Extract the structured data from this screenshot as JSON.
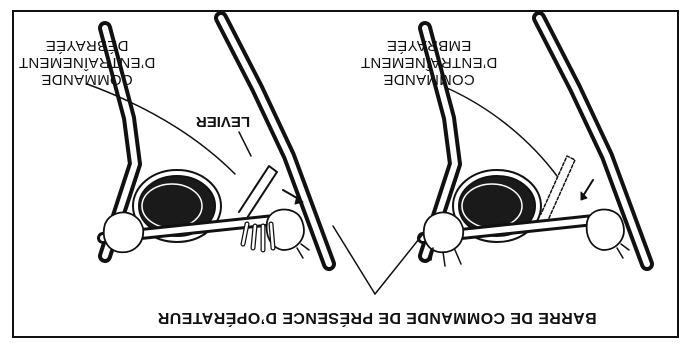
{
  "labels": {
    "bar_label": "BARRE DE COMMANDE DE PRÉSENCE D’OPÉRATEUR",
    "lever_label": "LEVIER",
    "engaged": {
      "line1": "COMMANDE",
      "line2": "D’ENTRAÎNEMENT",
      "line3": "EMBRAYÉE"
    },
    "disengaged": {
      "line1": "COMMANDE",
      "line2": "D’ENTRAÎNEMENT",
      "line3": "DÉBRAYÉE"
    }
  },
  "orientation": "rotated-180",
  "colors": {
    "ink": "#111111",
    "paper": "#ffffff",
    "disc": "#1a1a1a"
  }
}
